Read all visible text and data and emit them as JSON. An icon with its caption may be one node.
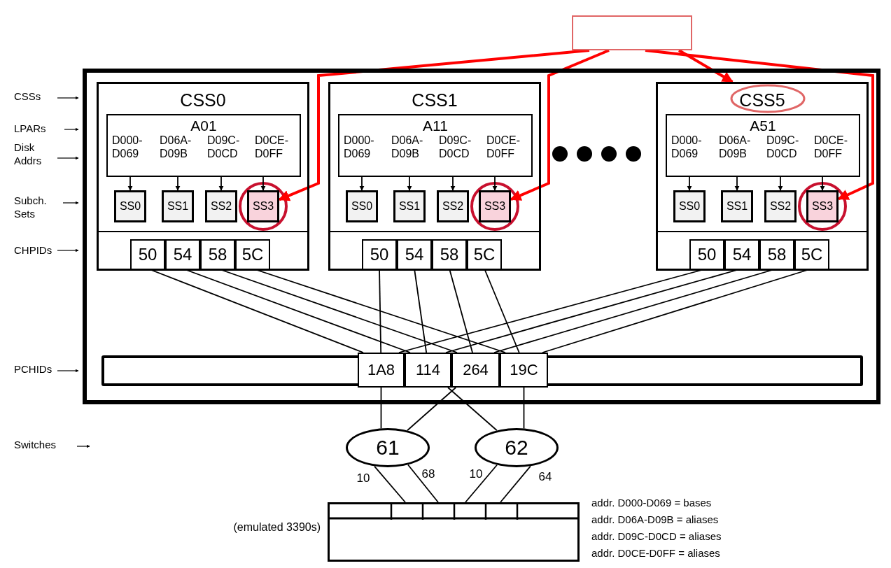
{
  "diagram": {
    "nodes": [
      {
        "text": [],
        "shape": "box"
      },
      {
        "text": [
          "CSS0"
        ],
        "in": 0
      },
      {
        "text": [
          "A01",
          "D000- D069",
          "D06A- D09B",
          "D09C- D0CD",
          "D0CE- D0FF"
        ],
        "in": 1
      },
      {
        "text": [
          "SS0"
        ],
        "in": 1
      },
      {
        "text": [
          "SS1"
        ],
        "in": 1
      },
      {
        "text": [
          "SS2"
        ],
        "in": 1
      },
      {
        "text": [
          "SS3"
        ],
        "in": 1
      },
      {
        "text": [],
        "shape": "box",
        "in": 1
      },
      {
        "text": [
          "50"
        ],
        "in": 7
      },
      {
        "text": [
          "54"
        ],
        "in": 7
      },
      {
        "text": [
          "58"
        ],
        "in": 7
      },
      {
        "text": [
          "5C"
        ],
        "in": 7
      },
      {
        "text": [
          "CSS1"
        ],
        "in": 0
      },
      {
        "text": [
          "A11",
          "D000- D069",
          "D06A- D09B",
          "D09C- D0CD",
          "D0CE- D0FF"
        ],
        "in": 12
      },
      {
        "text": [
          "SS0"
        ],
        "in": 12
      },
      {
        "text": [
          "SS1"
        ],
        "in": 12
      },
      {
        "text": [
          "SS2"
        ],
        "in": 12
      },
      {
        "text": [
          "SS3"
        ],
        "in": 12
      },
      {
        "text": [],
        "shape": "box",
        "in": 12
      },
      {
        "text": [
          "50"
        ],
        "in": 18
      },
      {
        "text": [
          "54"
        ],
        "in": 18
      },
      {
        "text": [
          "58"
        ],
        "in": 18
      },
      {
        "text": [
          "5C"
        ],
        "in": 18
      },
      {
        "text": [
          "CSS5"
        ],
        "in": 0
      },
      {
        "text": [
          "A51",
          "D000- D069",
          "D06A- D09B",
          "D09C- D0CD",
          "D0CE- D0FF"
        ],
        "in": 23
      },
      {
        "text": [
          "SS0"
        ],
        "in": 23
      },
      {
        "text": [
          "SS1"
        ],
        "in": 23
      },
      {
        "text": [
          "SS2"
        ],
        "in": 23
      },
      {
        "text": [
          "SS3"
        ],
        "in": 23
      },
      {
        "text": [],
        "shape": "box",
        "in": 23
      },
      {
        "text": [
          "50"
        ],
        "in": 29
      },
      {
        "text": [
          "54"
        ],
        "in": 29
      },
      {
        "text": [
          "58"
        ],
        "in": 29
      },
      {
        "text": [
          "5C"
        ],
        "in": 29
      },
      {
        "text": [],
        "shape": "bar",
        "in": 0
      },
      {
        "text": [
          "1A8"
        ],
        "in": 34
      },
      {
        "text": [
          "114"
        ],
        "in": 34
      },
      {
        "text": [
          "264"
        ],
        "in": 34
      },
      {
        "text": [
          "19C"
        ],
        "in": 34
      },
      {
        "text": [
          "61"
        ]
      },
      {
        "text": [
          "62"
        ]
      },
      {
        "text": [],
        "shape": "box",
        "beside": [
          "(emulated 3390s)"
        ]
      },
      {
        "text": [],
        "shape": "box"
      }
    ],
    "edges": [
      {
        "from": 2,
        "to": 3,
        "arrow": "to"
      },
      {
        "from": 2,
        "to": 4,
        "arrow": "to"
      },
      {
        "from": 2,
        "to": 5,
        "arrow": "to"
      },
      {
        "from": 2,
        "to": 6,
        "arrow": "to"
      },
      {
        "from": 13,
        "to": 14,
        "arrow": "to"
      },
      {
        "from": 13,
        "to": 15,
        "arrow": "to"
      },
      {
        "from": 13,
        "to": 16,
        "arrow": "to"
      },
      {
        "from": 13,
        "to": 17,
        "arrow": "to"
      },
      {
        "from": 24,
        "to": 25,
        "arrow": "to"
      },
      {
        "from": 24,
        "to": 26,
        "arrow": "to"
      },
      {
        "from": 24,
        "to": 27,
        "arrow": "to"
      },
      {
        "from": 24,
        "to": 28,
        "arrow": "to"
      },
      {
        "from": 8,
        "to": 35,
        "arrow": "none"
      },
      {
        "from": 9,
        "to": 36,
        "arrow": "none"
      },
      {
        "from": 10,
        "to": 37,
        "arrow": "none"
      },
      {
        "from": 11,
        "to": 38,
        "arrow": "none"
      },
      {
        "from": 19,
        "to": 35,
        "arrow": "none"
      },
      {
        "from": 20,
        "to": 36,
        "arrow": "none"
      },
      {
        "from": 21,
        "to": 37,
        "arrow": "none"
      },
      {
        "from": 22,
        "to": 38,
        "arrow": "none"
      },
      {
        "from": 30,
        "to": 35,
        "arrow": "none"
      },
      {
        "from": 31,
        "to": 36,
        "arrow": "none"
      },
      {
        "from": 32,
        "to": 37,
        "arrow": "none"
      },
      {
        "from": 33,
        "to": 38,
        "arrow": "none"
      },
      {
        "from": 35,
        "to": 39,
        "arrow": "none"
      },
      {
        "from": 36,
        "to": 40,
        "arrow": "none"
      },
      {
        "from": 37,
        "to": 39,
        "arrow": "none"
      },
      {
        "from": 38,
        "to": 40,
        "arrow": "none"
      },
      {
        "from": 39,
        "to": 41,
        "arrow": "none",
        "label": "10"
      },
      {
        "from": 39,
        "to": 41,
        "arrow": "none",
        "label": "68"
      },
      {
        "from": 40,
        "to": 41,
        "arrow": "none",
        "label": "10"
      },
      {
        "from": 40,
        "to": 41,
        "arrow": "none",
        "label": "64"
      },
      {
        "from": 42,
        "to": 6,
        "arrow": "to",
        "style": "thick",
        "color": "#ff0000"
      },
      {
        "from": 42,
        "to": 17,
        "arrow": "to",
        "style": "thick",
        "color": "#ff0000"
      },
      {
        "from": 42,
        "to": 23,
        "arrow": "to",
        "style": "thick",
        "color": "#ff0000"
      },
      {
        "from": 42,
        "to": 28,
        "arrow": "to",
        "style": "thick",
        "color": "#ff0000"
      }
    ],
    "labels": [
      "CSSs",
      "LPARs",
      "Disk Addrs",
      "Subch. Sets",
      "CHPIDs",
      "PCHIDs",
      "Switches",
      "addr. D000-D069 = bases",
      "addr. D06A-D09B = aliases",
      "addr. D09C-D0CD = aliases",
      "addr. D0CE-D0FF = aliases"
    ]
  }
}
